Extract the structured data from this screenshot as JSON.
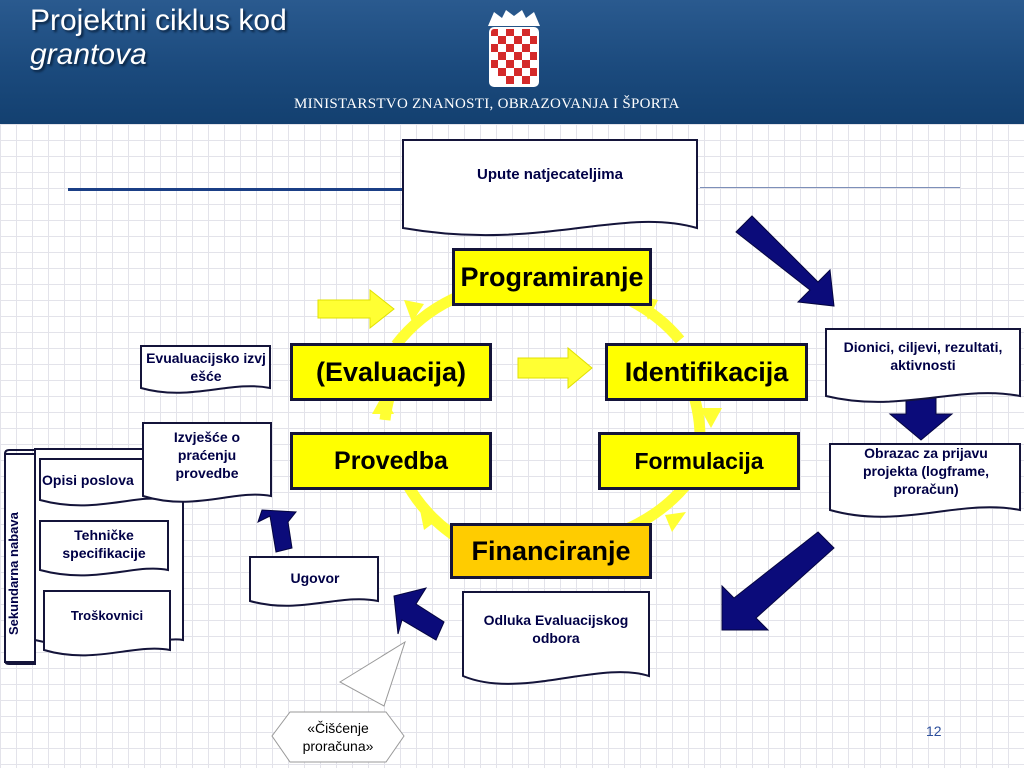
{
  "header": {
    "title_line1": "Projektni ciklus kod",
    "title_line2": "grantova",
    "ministry": "MINISTARSTVO ZNANOSTI, OBRAZOVANJA I ŠPORTA"
  },
  "cycle": {
    "programiranje": "Programiranje",
    "identifikacija": "Identifikacija",
    "formulacija": "Formulacija",
    "financiranje": "Financiranje",
    "provedba": "Provedba",
    "evaluacija": "(Evaluacija)"
  },
  "documents": {
    "upute": "Upute natjecateljima",
    "dionici": "Dionici, ciljevi, rezultati, aktivnosti",
    "obrazac": "Obrazac za prijavu projekta (logframe, proračun)",
    "odluka": "Odluka Evaluacijskog odbora",
    "ugovor": "Ugovor",
    "izvjesce_pracenje": "Izvješće o praćenju provedbe",
    "evaluacijsko": "Evualuacijsko izvješće",
    "opisi": "Opisi poslova",
    "tehnicke": "Tehničke specifikacije",
    "troskovnici": "Troškovnici"
  },
  "sekundarna": "Sekundarna nabava",
  "ciscenje": "«Čišćenje proračuna»",
  "page_number": "12",
  "colors": {
    "header": "#1b4a7d",
    "box_yellow": "#ffff00",
    "box_orange": "#ffcc00",
    "arrow_navy": "#0b0b7a",
    "cycle_yellow": "#ffff33"
  }
}
